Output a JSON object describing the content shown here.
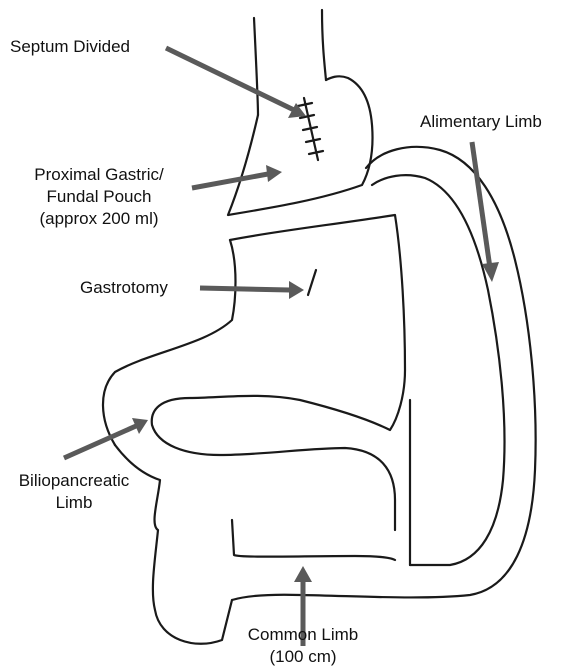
{
  "labels": {
    "septum_divided": "Septum Divided",
    "alimentary_limb": "Alimentary Limb",
    "pouch_line1": "Proximal Gastric/",
    "pouch_line2": "Fundal Pouch",
    "pouch_line3": "(approx 200 ml)",
    "gastrotomy": "Gastrotomy",
    "biliopancreatic_line1": "Biliopancreatic",
    "biliopancreatic_line2": "Limb",
    "common_line1": "Common Limb",
    "common_line2": "(100 cm)"
  },
  "colors": {
    "outline": "#1a1a1a",
    "arrow": "#5a5a5a",
    "text": "#111111"
  }
}
